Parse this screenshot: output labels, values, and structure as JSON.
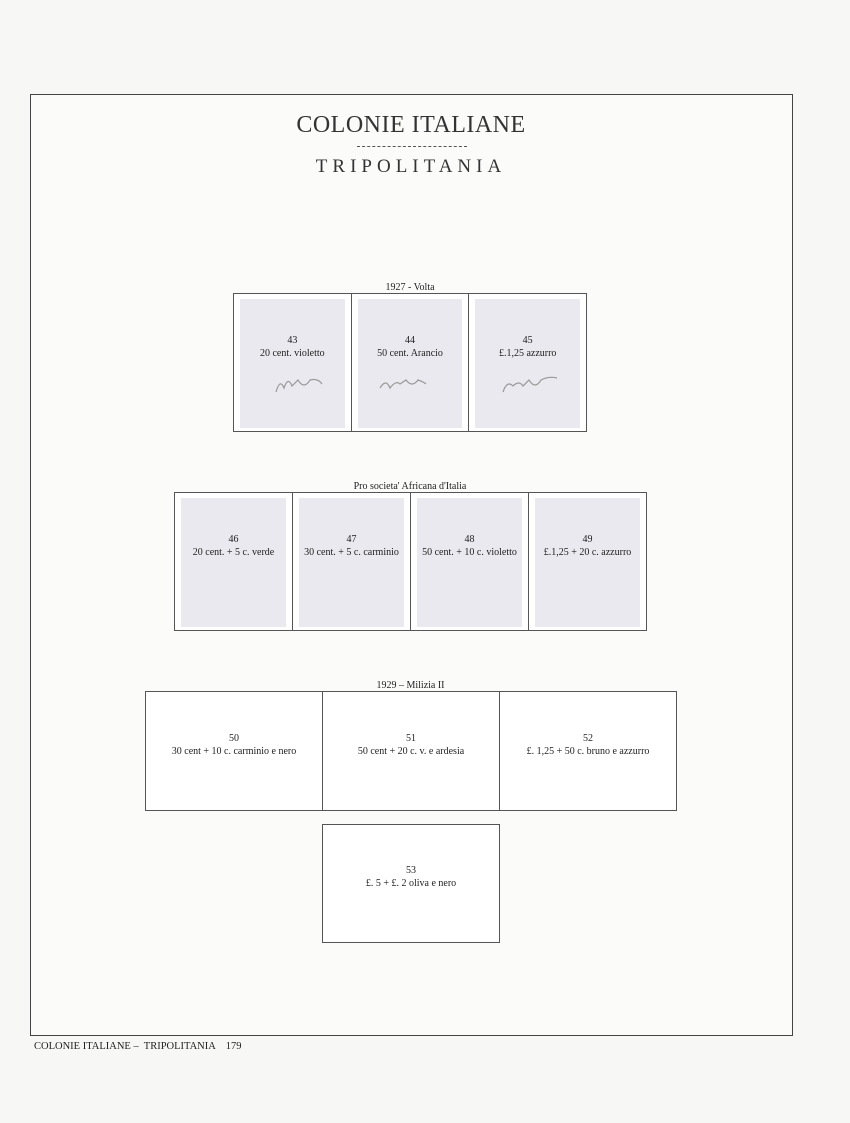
{
  "header": {
    "title": "COLONIE ITALIANE",
    "subtitle": "TRIPOLITANIA"
  },
  "sections": [
    {
      "title": "1927 - Volta",
      "stamps": [
        {
          "number": "43",
          "description": "20 cent. violetto"
        },
        {
          "number": "44",
          "description": "50 cent. Arancio"
        },
        {
          "number": "45",
          "description": "£.1,25 azzurro"
        }
      ]
    },
    {
      "title": "Pro societa' Africana d'Italia",
      "stamps": [
        {
          "number": "46",
          "description": "20 cent. + 5 c.  verde"
        },
        {
          "number": "47",
          "description": "30 cent. + 5 c.  carminio"
        },
        {
          "number": "48",
          "description": "50 cent. + 10 c.  violetto"
        },
        {
          "number": "49",
          "description": "£.1,25 + 20 c.   azzurro"
        }
      ]
    },
    {
      "title": "1929 – Milizia II",
      "stamps": [
        {
          "number": "50",
          "description": "30 cent + 10 c.  carminio e nero"
        },
        {
          "number": "51",
          "description": "50 cent + 20 c.  v. e ardesia"
        },
        {
          "number": "52",
          "description": "£. 1,25 + 50 c.  bruno e azzurro"
        },
        {
          "number": "53",
          "description": "£. 5 +  £. 2   oliva e nero"
        }
      ]
    }
  ],
  "footer": {
    "text": "COLONIE ITALIANE –  TRIPOLITANIA    179"
  }
}
